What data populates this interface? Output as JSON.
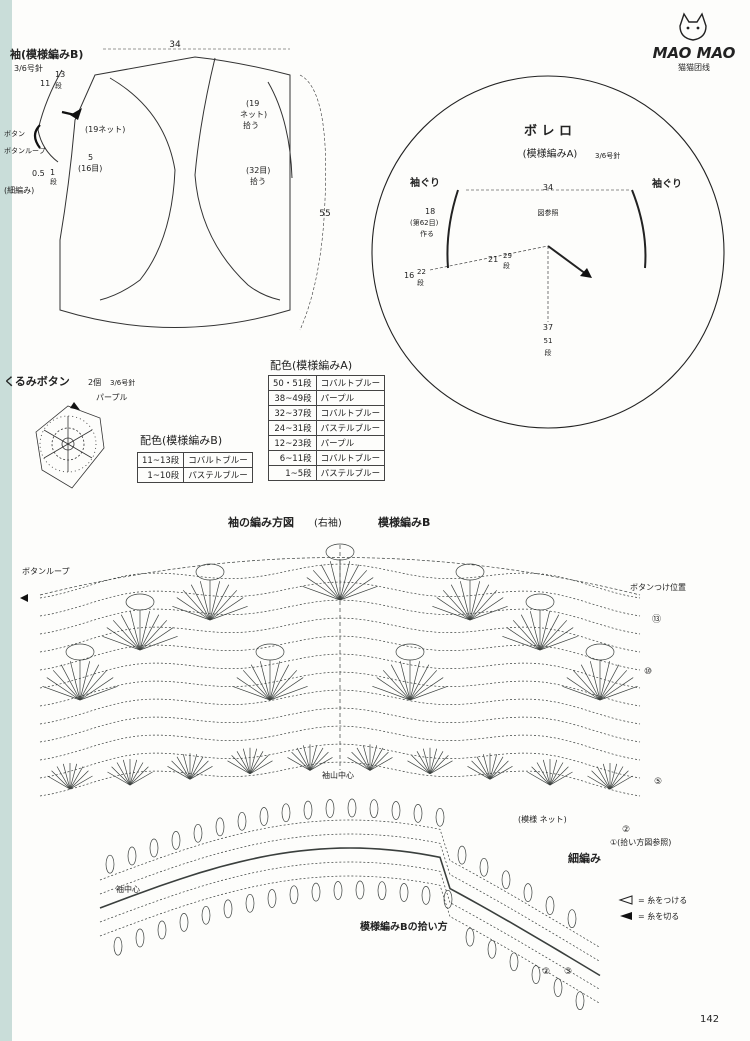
{
  "logo": {
    "text": "MAO MAO",
    "sub": "猫猫团线"
  },
  "sleeve_title": "袖(模様編みB)",
  "sleeve_needle": "3/6号針",
  "schematic": {
    "width_34": "34",
    "height_55": "55",
    "rows_13": "13",
    "rows_11": "11",
    "rows_unit": "段",
    "net19": "(19ネット)",
    "five": "5",
    "sixteen": "(16目)",
    "half": "0.5",
    "one": "1",
    "dan": "段",
    "button": "ボタン",
    "button_loop": "ボタンループ",
    "fine_knit": "(細編み)",
    "right_19": "(19",
    "right_net": "ネット)",
    "right_pick": "拾う",
    "right_32": "(32目)",
    "right_pick2": "拾う"
  },
  "bolero": {
    "title": "ボ レ ロ",
    "pattern": "(模様編みA)",
    "needle": "3/6号針",
    "armhole_left": "袖ぐり",
    "armhole_right": "袖ぐり",
    "top": "34",
    "see_fig": "図参照",
    "l18": "18",
    "l62": "(第62目)",
    "make": "作る",
    "l21": "21",
    "l29": "29",
    "l1a": "段",
    "l16": "16",
    "l22": "22",
    "l1b": "段",
    "l37": "37",
    "l51": "51",
    "l1c": "段"
  },
  "kurumi": {
    "title": "くるみボタン",
    "count": "2個",
    "needle": "3/6号針",
    "color": "パープル"
  },
  "haishoku_b": {
    "title": "配色(模様編みB)",
    "rows": [
      [
        "11~13段",
        "コバルトブルー"
      ],
      [
        "1~10段",
        "パステルブルー"
      ]
    ]
  },
  "haishoku_a": {
    "title": "配色(模様編みA)",
    "rows": [
      [
        "50・51段",
        "コバルトブルー"
      ],
      [
        "38~49段",
        "パープル"
      ],
      [
        "32~37段",
        "コバルトブルー"
      ],
      [
        "24~31段",
        "パステルブルー"
      ],
      [
        "12~23段",
        "パープル"
      ],
      [
        "6~11段",
        "コバルトブルー"
      ],
      [
        "1~5段",
        "パステルブルー"
      ]
    ]
  },
  "chart": {
    "title": "袖の編み方図",
    "side": "(右袖)",
    "pattern": "模様編みB",
    "button_loop": "ボタンループ",
    "button_pos": "ボタンつけ位置",
    "sleeve_top_center": "袖山中心",
    "pattern_net": "(模様 ネット)",
    "pick_note": "①(拾い方図参照)",
    "two": "②",
    "fine_knit": "細編み",
    "sleeve_center": "袖中心",
    "pickup_title": "模様編みBの拾い方",
    "marks": [
      "⑬",
      "⑩",
      "⑤",
      "②",
      "③"
    ],
    "legend_attach": "= 糸をつける",
    "legend_cut": "= 糸を切る"
  },
  "page_number": "142"
}
